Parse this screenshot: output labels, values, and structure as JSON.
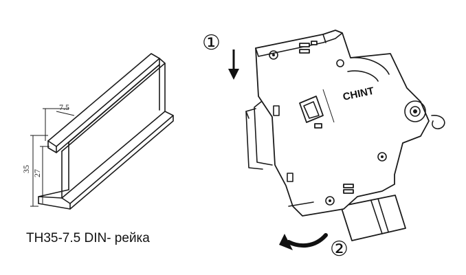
{
  "caption": "TH35-7.5 DIN- рейка",
  "rail_dimensions": {
    "width_label": "7.5",
    "height_label": "35",
    "depth_label": "27"
  },
  "steps": {
    "step1": "①",
    "step2": "②"
  },
  "brand": "CHINT",
  "icons": [
    "arrow-down-icon",
    "curved-arrow-icon"
  ]
}
